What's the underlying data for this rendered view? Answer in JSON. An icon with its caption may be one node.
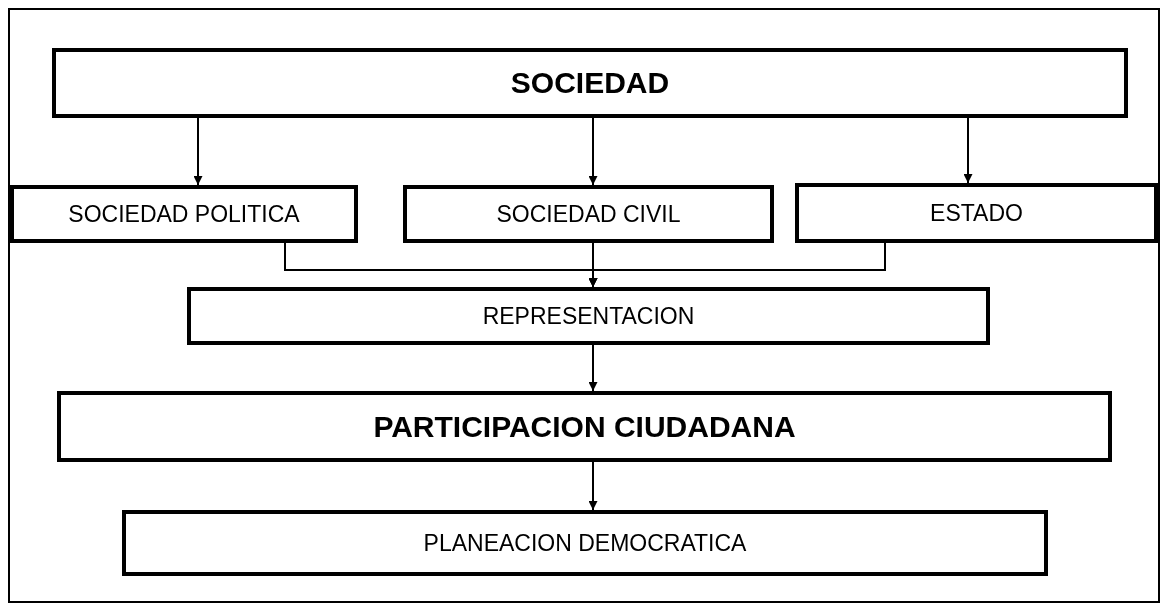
{
  "diagram": {
    "nodes": [
      {
        "text": [
          "SOCIEDAD"
        ]
      },
      {
        "text": [
          "SOCIEDAD POLITICA"
        ]
      },
      {
        "text": [
          "SOCIEDAD CIVIL"
        ]
      },
      {
        "text": [
          "ESTADO"
        ]
      },
      {
        "text": [
          "REPRESENTACION"
        ]
      },
      {
        "text": [
          "PARTICIPACION CIUDADANA"
        ]
      },
      {
        "text": [
          "PLANEACION DEMOCRATICA"
        ]
      }
    ],
    "edges": [
      {
        "from": 0,
        "to": 1,
        "arrow": "to"
      },
      {
        "from": 0,
        "to": 2,
        "arrow": "to"
      },
      {
        "from": 0,
        "to": 3,
        "arrow": "to"
      },
      {
        "from": 1,
        "to": 4,
        "arrow": "to"
      },
      {
        "from": 2,
        "to": 4,
        "arrow": "to"
      },
      {
        "from": 3,
        "to": 4,
        "arrow": "to"
      },
      {
        "from": 4,
        "to": 5,
        "arrow": "to"
      },
      {
        "from": 5,
        "to": 6,
        "arrow": "to"
      }
    ]
  }
}
